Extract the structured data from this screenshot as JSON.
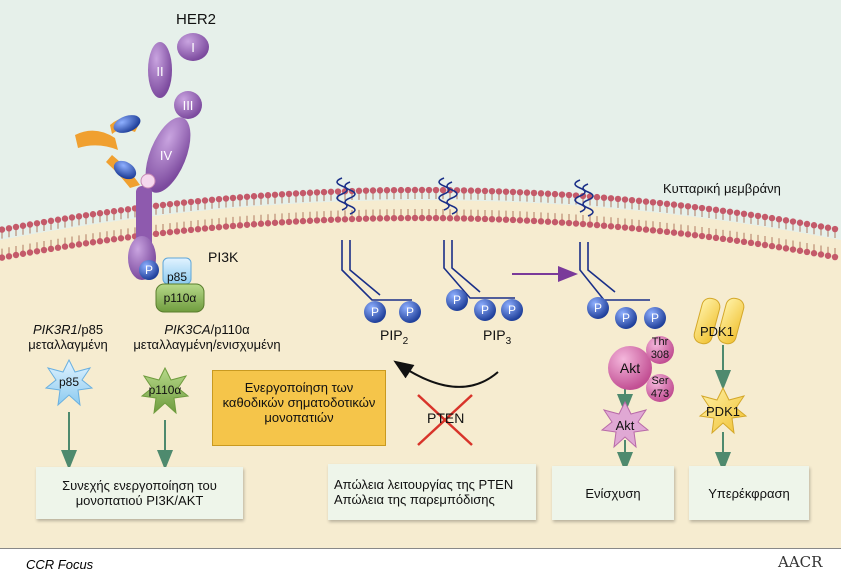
{
  "her2": {
    "title": "HER2",
    "domains": [
      "I",
      "II",
      "III",
      "IV"
    ]
  },
  "membrane_label": "Κυτταρική μεμβράνη",
  "pi3k": {
    "title": "PI3K",
    "p_label": "P",
    "p85": "p85",
    "p110": "p110α"
  },
  "pip2": {
    "base": "PIP",
    "sub": "2",
    "p": "P"
  },
  "pip3": {
    "base": "PIP",
    "sub": "3",
    "p": "P"
  },
  "pten": "PTEN",
  "mutation_p85": {
    "gene": "PIK3R1",
    "rest": "/p85",
    "line2": "μεταλλαγμένη"
  },
  "mutation_p110": {
    "gene": "PIK3CA",
    "rest": "/p110α",
    "line2": "μεταλλαγμένη/ενισχυμένη"
  },
  "star_p85": "p85",
  "star_p110": "p110α",
  "activation_box": [
    "Ενεργοποίηση των",
    "καθοδικών σηματοδοτικών",
    "μονοπατιών"
  ],
  "akt": {
    "label": "Akt",
    "thr": [
      "Thr",
      "308"
    ],
    "ser": [
      "Ser",
      "473"
    ]
  },
  "akt_star": "Akt",
  "pdk1": "PDK1",
  "pdk1_star": "PDK1",
  "outcomes": {
    "pi3k_akt": [
      "Συνεχής ενεργοποίηση του",
      "μονοπατιού PI3K/AKT"
    ],
    "pten_loss": [
      "Απώλεια λειτουργίας της PTEN",
      "Απώλεια της παρεμπόδισης"
    ],
    "enhancement": "Ενίσχυση",
    "overexpression": "Υπερέκφραση"
  },
  "footer": {
    "source": "CCR Focus",
    "logo": "AACR"
  },
  "colors": {
    "cytoplasm": "#f6ecd0",
    "extracellular": "#e6f0ea",
    "lipid_head": "#c45a6a",
    "her2": "#9a6ab8",
    "phosphate": "#2a55b8",
    "akt": "#d86aa8",
    "arrow_green": "#4e8a6e",
    "arrow_purple": "#7a3a9a",
    "cross_red": "#d8342a"
  }
}
